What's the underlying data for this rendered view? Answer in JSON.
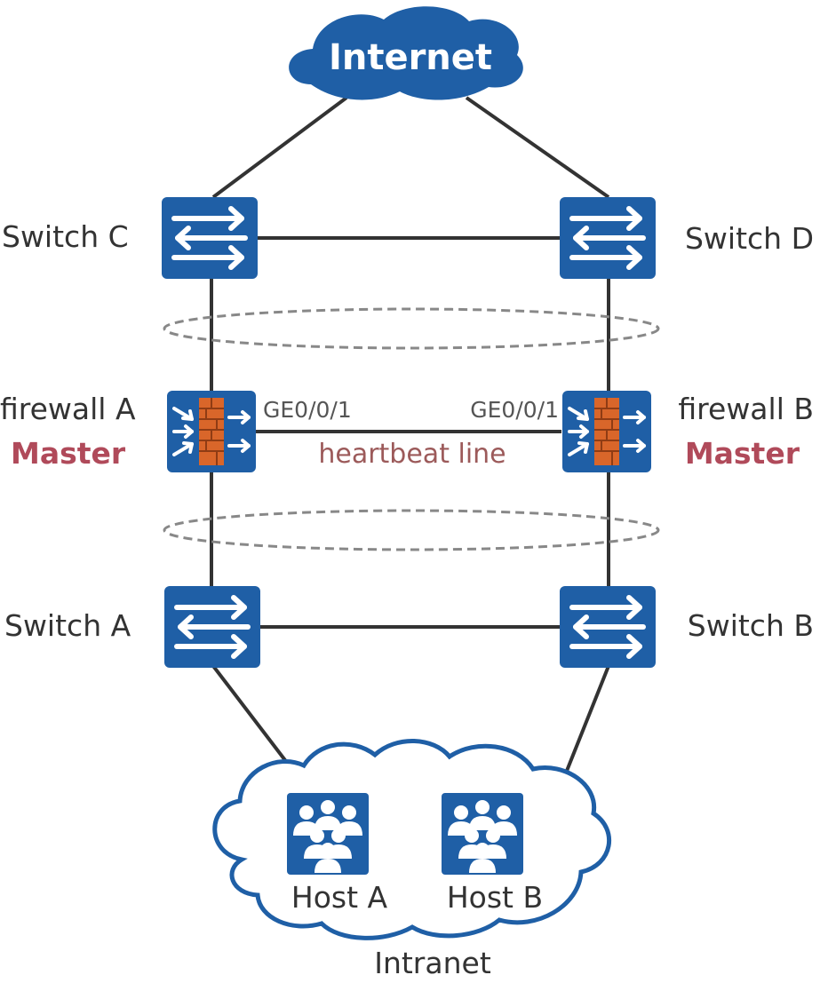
{
  "internet": {
    "label": "Internet"
  },
  "switches": {
    "c": "Switch C",
    "d": "Switch D",
    "a": "Switch A",
    "b": "Switch B"
  },
  "firewalls": {
    "a": {
      "name": "firewall A",
      "state": "Master",
      "port": "GE0/0/1"
    },
    "b": {
      "name": "firewall B",
      "state": "Master",
      "port": "GE0/0/1"
    }
  },
  "heartbeat_label": "heartbeat line",
  "hosts": {
    "a": "Host A",
    "b": "Host B"
  },
  "intranet": {
    "label": "Intranet"
  },
  "colors": {
    "device_blue": "#1f5fa6",
    "firewall_orange": "#d9662a",
    "master_red": "#b04a5a",
    "heartbeat_red": "#9c5a5a",
    "line": "#333333"
  }
}
